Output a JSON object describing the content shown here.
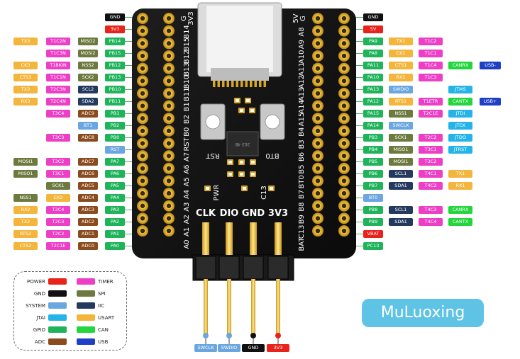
{
  "brand": "MuLuoxing",
  "colors": {
    "power": "#e8231c",
    "gnd": "#111111",
    "system": "#6aa6e0",
    "jtag": "#25b4e8",
    "gpio": "#1fb35a",
    "adc": "#8a4b1e",
    "timer": "#ec3fc6",
    "spi": "#6d7a3f",
    "iic": "#233a5e",
    "usart": "#f3b53c",
    "can": "#22d63c",
    "usb": "#1f3fc4"
  },
  "legend": [
    {
      "name": "POWER",
      "color": "power"
    },
    {
      "name": "TIMER",
      "color": "timer"
    },
    {
      "name": "GND",
      "color": "gnd"
    },
    {
      "name": "SPI",
      "color": "spi"
    },
    {
      "name": "SYSTEM",
      "color": "system"
    },
    {
      "name": "IIC",
      "color": "iic"
    },
    {
      "name": "JTAI",
      "color": "jtag"
    },
    {
      "name": "USART",
      "color": "usart"
    },
    {
      "name": "GPIO",
      "color": "gpio"
    },
    {
      "name": "CAN",
      "color": "can"
    },
    {
      "name": "ADC",
      "color": "adc"
    },
    {
      "name": "USB",
      "color": "usb"
    }
  ],
  "board": {
    "left_silk": [
      "B14",
      "B15",
      "B12",
      "B13",
      "B10",
      "B11",
      "B1",
      "B2",
      "B0",
      "RST",
      "A7",
      "A6",
      "A5",
      "A4",
      "A3",
      "A2",
      "A1",
      "A0"
    ],
    "right_silk": [
      "A8",
      "A9",
      "A10",
      "A11",
      "A12",
      "A13",
      "A14",
      "A15",
      "B4",
      "B3",
      "B6",
      "B5",
      "BT0",
      "B7",
      "B8",
      "B9",
      "C13",
      "BAT"
    ],
    "top_left_silk": [
      "G",
      "3V3"
    ],
    "top_right_silk": [
      "5V",
      "G"
    ],
    "chip_text": "303 48",
    "buttons": [
      "RST",
      "BT0"
    ],
    "small_labels": [
      "PWR",
      "C13"
    ],
    "header_labels": [
      "CLK",
      "DIO",
      "GND",
      "3V3"
    ]
  },
  "left_rows": [
    [
      {
        "t": "GND",
        "c": "gnd"
      }
    ],
    [
      {
        "t": "3V3",
        "c": "power"
      }
    ],
    [
      {
        "t": "TX3",
        "c": "usart"
      },
      {
        "t": "T1C2N",
        "c": "timer"
      },
      {
        "t": "MISO2",
        "c": "spi"
      },
      {
        "t": "PB14",
        "c": "gpio"
      }
    ],
    [
      {
        "t": "T1C3N",
        "c": "timer"
      },
      {
        "t": "MOSI2",
        "c": "spi"
      },
      {
        "t": "PB15",
        "c": "gpio"
      }
    ],
    [
      {
        "t": "CK3",
        "c": "usart"
      },
      {
        "t": "T1BKIN",
        "c": "timer"
      },
      {
        "t": "NSS2",
        "c": "spi"
      },
      {
        "t": "PB12",
        "c": "gpio"
      }
    ],
    [
      {
        "t": "CTS3",
        "c": "usart"
      },
      {
        "t": "T1C1N",
        "c": "timer"
      },
      {
        "t": "SCK2",
        "c": "spi"
      },
      {
        "t": "PB13",
        "c": "gpio"
      }
    ],
    [
      {
        "t": "TX3",
        "c": "usart"
      },
      {
        "t": "T2C3N",
        "c": "timer"
      },
      {
        "t": "SCL2",
        "c": "iic"
      },
      {
        "t": "PB10",
        "c": "gpio"
      }
    ],
    [
      {
        "t": "RX3",
        "c": "usart"
      },
      {
        "t": "T2C4N",
        "c": "timer"
      },
      {
        "t": "SDA2",
        "c": "iic"
      },
      {
        "t": "PB11",
        "c": "gpio"
      }
    ],
    [
      {
        "t": "T3C4",
        "c": "timer"
      },
      {
        "t": "ADC9",
        "c": "adc"
      },
      {
        "t": "PB1",
        "c": "gpio"
      }
    ],
    [
      {
        "t": "BT1",
        "c": "system"
      },
      {
        "t": "PB2",
        "c": "gpio"
      }
    ],
    [
      {
        "t": "T3C3",
        "c": "timer"
      },
      {
        "t": "ADC8",
        "c": "adc"
      },
      {
        "t": "PB0",
        "c": "gpio"
      }
    ],
    [
      {
        "t": "RST",
        "c": "system"
      }
    ],
    [
      {
        "t": "MOSI1",
        "c": "spi"
      },
      {
        "t": "T3C2",
        "c": "timer"
      },
      {
        "t": "ADC7",
        "c": "adc"
      },
      {
        "t": "PA7",
        "c": "gpio"
      }
    ],
    [
      {
        "t": "MISO1",
        "c": "spi"
      },
      {
        "t": "T3C1",
        "c": "timer"
      },
      {
        "t": "ADC6",
        "c": "adc"
      },
      {
        "t": "PA6",
        "c": "gpio"
      }
    ],
    [
      {
        "t": "SCK1",
        "c": "spi"
      },
      {
        "t": "ADC5",
        "c": "adc"
      },
      {
        "t": "PA5",
        "c": "gpio"
      }
    ],
    [
      {
        "t": "NSS1",
        "c": "spi"
      },
      {
        "t": "CK2",
        "c": "usart"
      },
      {
        "t": "ADC4",
        "c": "adc"
      },
      {
        "t": "PA4",
        "c": "gpio"
      }
    ],
    [
      {
        "t": "RX2",
        "c": "usart"
      },
      {
        "t": "T2C4",
        "c": "timer"
      },
      {
        "t": "ADC3",
        "c": "adc"
      },
      {
        "t": "PA3",
        "c": "gpio"
      }
    ],
    [
      {
        "t": "TX2",
        "c": "usart"
      },
      {
        "t": "T2C3",
        "c": "timer"
      },
      {
        "t": "ADC2",
        "c": "adc"
      },
      {
        "t": "PA2",
        "c": "gpio"
      }
    ],
    [
      {
        "t": "RTS2",
        "c": "usart"
      },
      {
        "t": "T2C2",
        "c": "timer"
      },
      {
        "t": "ADC1",
        "c": "adc"
      },
      {
        "t": "PA1",
        "c": "gpio"
      }
    ],
    [
      {
        "t": "CTS2",
        "c": "usart"
      },
      {
        "t": "T2C1E",
        "c": "timer"
      },
      {
        "t": "ADC0",
        "c": "adc"
      },
      {
        "t": "PA0",
        "c": "gpio"
      }
    ]
  ],
  "right_rows": [
    [
      {
        "t": "GND",
        "c": "gnd"
      }
    ],
    [
      {
        "t": "5V",
        "c": "power"
      }
    ],
    [
      {
        "t": "PA9",
        "c": "gpio"
      },
      {
        "t": "TX1",
        "c": "usart"
      },
      {
        "t": "T1C2",
        "c": "timer"
      }
    ],
    [
      {
        "t": "PA8",
        "c": "gpio"
      },
      {
        "t": "CK1",
        "c": "usart"
      },
      {
        "t": "T1C1",
        "c": "timer"
      }
    ],
    [
      {
        "t": "PA11",
        "c": "gpio"
      },
      {
        "t": "CTS1",
        "c": "usart"
      },
      {
        "t": "T1C4",
        "c": "timer"
      },
      {
        "t": "CANRX",
        "c": "can"
      },
      {
        "t": "USB-",
        "c": "usb"
      }
    ],
    [
      {
        "t": "PA10",
        "c": "gpio"
      },
      {
        "t": "RX1",
        "c": "usart"
      },
      {
        "t": "T1C3",
        "c": "timer"
      }
    ],
    [
      {
        "t": "PA13",
        "c": "gpio"
      },
      {
        "t": "SWDIO",
        "c": "system"
      },
      {
        "t": "JTMS",
        "c": "jtag"
      }
    ],
    [
      {
        "t": "PA12",
        "c": "gpio"
      },
      {
        "t": "RTS1",
        "c": "usart"
      },
      {
        "t": "T1ETR",
        "c": "timer"
      },
      {
        "t": "CANTX",
        "c": "can"
      },
      {
        "t": "USB+",
        "c": "usb"
      }
    ],
    [
      {
        "t": "PA15",
        "c": "gpio"
      },
      {
        "t": "NSS1",
        "c": "spi"
      },
      {
        "t": "T2C1E",
        "c": "timer"
      },
      {
        "t": "JTDI",
        "c": "jtag"
      }
    ],
    [
      {
        "t": "PA14",
        "c": "gpio"
      },
      {
        "t": "SWCLK",
        "c": "system"
      },
      {
        "t": "JTCK",
        "c": "jtag"
      }
    ],
    [
      {
        "t": "PB3",
        "c": "gpio"
      },
      {
        "t": "SCK1",
        "c": "spi"
      },
      {
        "t": "T2C2",
        "c": "timer"
      },
      {
        "t": "JTDO",
        "c": "jtag"
      }
    ],
    [
      {
        "t": "PB4",
        "c": "gpio"
      },
      {
        "t": "MISO1",
        "c": "spi"
      },
      {
        "t": "T3C1",
        "c": "timer"
      },
      {
        "t": "JTRST",
        "c": "jtag"
      }
    ],
    [
      {
        "t": "PB5",
        "c": "gpio"
      },
      {
        "t": "MOSI1",
        "c": "spi"
      },
      {
        "t": "T3C2",
        "c": "timer"
      }
    ],
    [
      {
        "t": "PB6",
        "c": "gpio"
      },
      {
        "t": "SCL1",
        "c": "iic"
      },
      {
        "t": "T4C1",
        "c": "timer"
      },
      {
        "t": "TX1",
        "c": "usart"
      }
    ],
    [
      {
        "t": "PB7",
        "c": "gpio"
      },
      {
        "t": "SDA1",
        "c": "iic"
      },
      {
        "t": "T4C2",
        "c": "timer"
      },
      {
        "t": "RX1",
        "c": "usart"
      }
    ],
    [
      {
        "t": "BT0",
        "c": "system"
      }
    ],
    [
      {
        "t": "PB8",
        "c": "gpio"
      },
      {
        "t": "SCL1",
        "c": "iic"
      },
      {
        "t": "T4C3",
        "c": "timer"
      },
      {
        "t": "CANRX",
        "c": "can"
      }
    ],
    [
      {
        "t": "PB9",
        "c": "gpio"
      },
      {
        "t": "SDA1",
        "c": "iic"
      },
      {
        "t": "T4C4",
        "c": "timer"
      },
      {
        "t": "CANTX",
        "c": "can"
      }
    ],
    [
      {
        "t": "VBAT",
        "c": "power"
      }
    ],
    [
      {
        "t": "PC13",
        "c": "gpio"
      }
    ]
  ],
  "bottom_labels": [
    {
      "t": "SWCLK",
      "c": "system"
    },
    {
      "t": "SWDIO",
      "c": "system"
    },
    {
      "t": "GND",
      "c": "gnd"
    },
    {
      "t": "3V3",
      "c": "power"
    }
  ]
}
